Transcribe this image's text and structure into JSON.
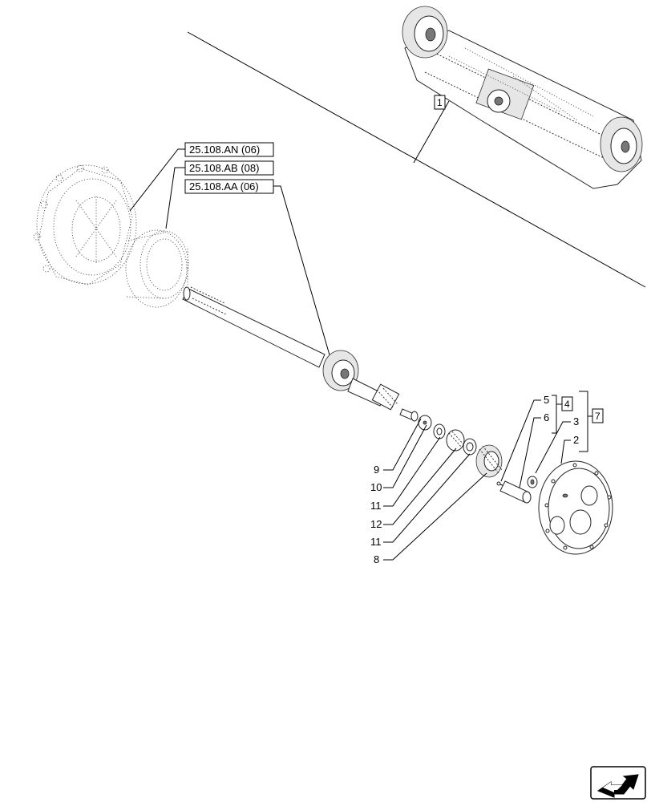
{
  "references": [
    {
      "code": "25.108.AN (06)"
    },
    {
      "code": "25.108.AB (08)"
    },
    {
      "code": "25.108.AA (06)"
    }
  ],
  "item_numbers": [
    "9",
    "10",
    "11",
    "12",
    "11",
    "8",
    "5",
    "6",
    "3",
    "2"
  ],
  "group_boxes": [
    "1",
    "4",
    "7"
  ],
  "nav_icon": "next-page-arrow-icon"
}
